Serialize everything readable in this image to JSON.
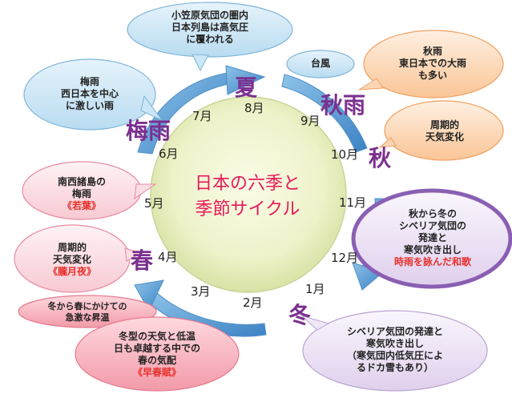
{
  "center": {
    "line1": "日本の六季と",
    "line2": "季節サイクル"
  },
  "months": {
    "m1": "1月",
    "m2": "2月",
    "m3": "3月",
    "m4": "4月",
    "m5": "5月",
    "m6": "6月",
    "m7": "7月",
    "m8": "8月",
    "m9": "9月",
    "m10": "10月",
    "m11": "11月",
    "m12": "12月"
  },
  "seasons": {
    "summer": "夏",
    "akisame": "秋雨",
    "autumn": "秋",
    "winter": "冬",
    "spring": "春",
    "tsuyu": "梅雨"
  },
  "callouts": {
    "ogasawara": {
      "l1": "小笠原気団の圏内",
      "l2": "日本列島は高気圧",
      "l3": "に覆われる"
    },
    "typhoon": "台風",
    "tsuyu_west": {
      "l1": "梅雨",
      "l2": "西日本を中心",
      "l3": "に激しい雨"
    },
    "akisame": {
      "l1": "秋雨",
      "l2": "東日本での大雨",
      "l3": "も多い"
    },
    "weather_autumn": {
      "l1": "周期的",
      "l2": "天気変化"
    },
    "ryukyu": {
      "l1": "南西諸島の",
      "l2": "梅雨",
      "l3": "《若葉》"
    },
    "siberia_autumn": {
      "l1": "秋から冬の",
      "l2": "シベリア気団の",
      "l3": "発達と",
      "l4": "寒気吹き出し",
      "l5": "時雨を詠んだ和歌"
    },
    "weather_spring": {
      "l1": "周期的",
      "l2": "天気変化",
      "l3": "《朧月夜》"
    },
    "warming": {
      "l1": "冬から春にかけての",
      "l2": "急激な昇温"
    },
    "winter_spring": {
      "l1": "冬型の天気と低温",
      "l2": "日も卓越する中での",
      "l3": "春の気配",
      "l4": "《早春賦》"
    },
    "siberia_winter": {
      "l1": "シベリア気団の発達と",
      "l2": "寒気吹き出し",
      "l3": "（寒気団内低気圧によ",
      "l4": "るドカ雪もあり）"
    }
  },
  "colors": {
    "season_text": "#7b2f8f",
    "center_text": "#e8185a",
    "poem_text": "#e8312d",
    "arrow": "#3b82c4"
  }
}
